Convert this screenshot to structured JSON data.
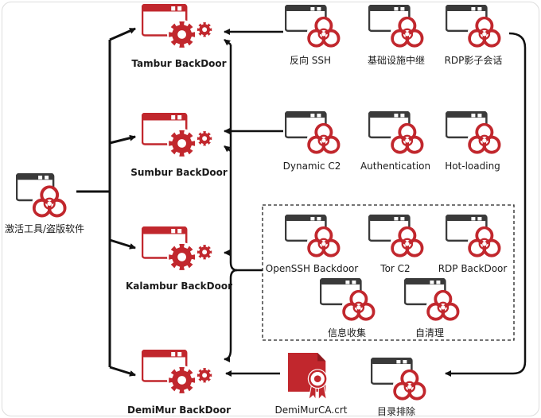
{
  "source": {
    "label": "激活工具/盗版软件",
    "icon": "biohazard-window-icon"
  },
  "backdoors": [
    {
      "label": "Tambur BackDoor",
      "icon": "gear-window-icon"
    },
    {
      "label": "Sumbur BackDoor",
      "icon": "gear-window-icon"
    },
    {
      "label": "Kalambur BackDoor",
      "icon": "gear-window-icon"
    },
    {
      "label": "DemiMur BackDoor",
      "icon": "gear-window-icon"
    }
  ],
  "row1": [
    {
      "label": "反向 SSH",
      "icon": "biohazard-window-icon"
    },
    {
      "label": "基础设施中继",
      "icon": "biohazard-window-icon"
    },
    {
      "label": "RDP影子会话",
      "icon": "biohazard-window-icon"
    }
  ],
  "row2": [
    {
      "label": "Dynamic C2",
      "icon": "biohazard-window-icon"
    },
    {
      "label": "Authentication",
      "icon": "biohazard-window-icon"
    },
    {
      "label": "Hot-loading",
      "icon": "biohazard-window-icon"
    }
  ],
  "group": [
    {
      "label": "OpenSSH Backdoor",
      "icon": "biohazard-window-icon"
    },
    {
      "label": "Tor C2",
      "icon": "biohazard-window-icon"
    },
    {
      "label": "RDP BackDoor",
      "icon": "biohazard-window-icon"
    },
    {
      "label": "信息收集",
      "icon": "biohazard-window-icon"
    },
    {
      "label": "自清理",
      "icon": "biohazard-window-icon"
    }
  ],
  "bottom": [
    {
      "label": "DemiMurCA.crt",
      "icon": "certificate-icon"
    },
    {
      "label": "目录排除",
      "icon": "biohazard-window-icon"
    }
  ],
  "colors": {
    "accent": "#c1272d",
    "dark": "#3a3a3a",
    "line": "#111111"
  }
}
